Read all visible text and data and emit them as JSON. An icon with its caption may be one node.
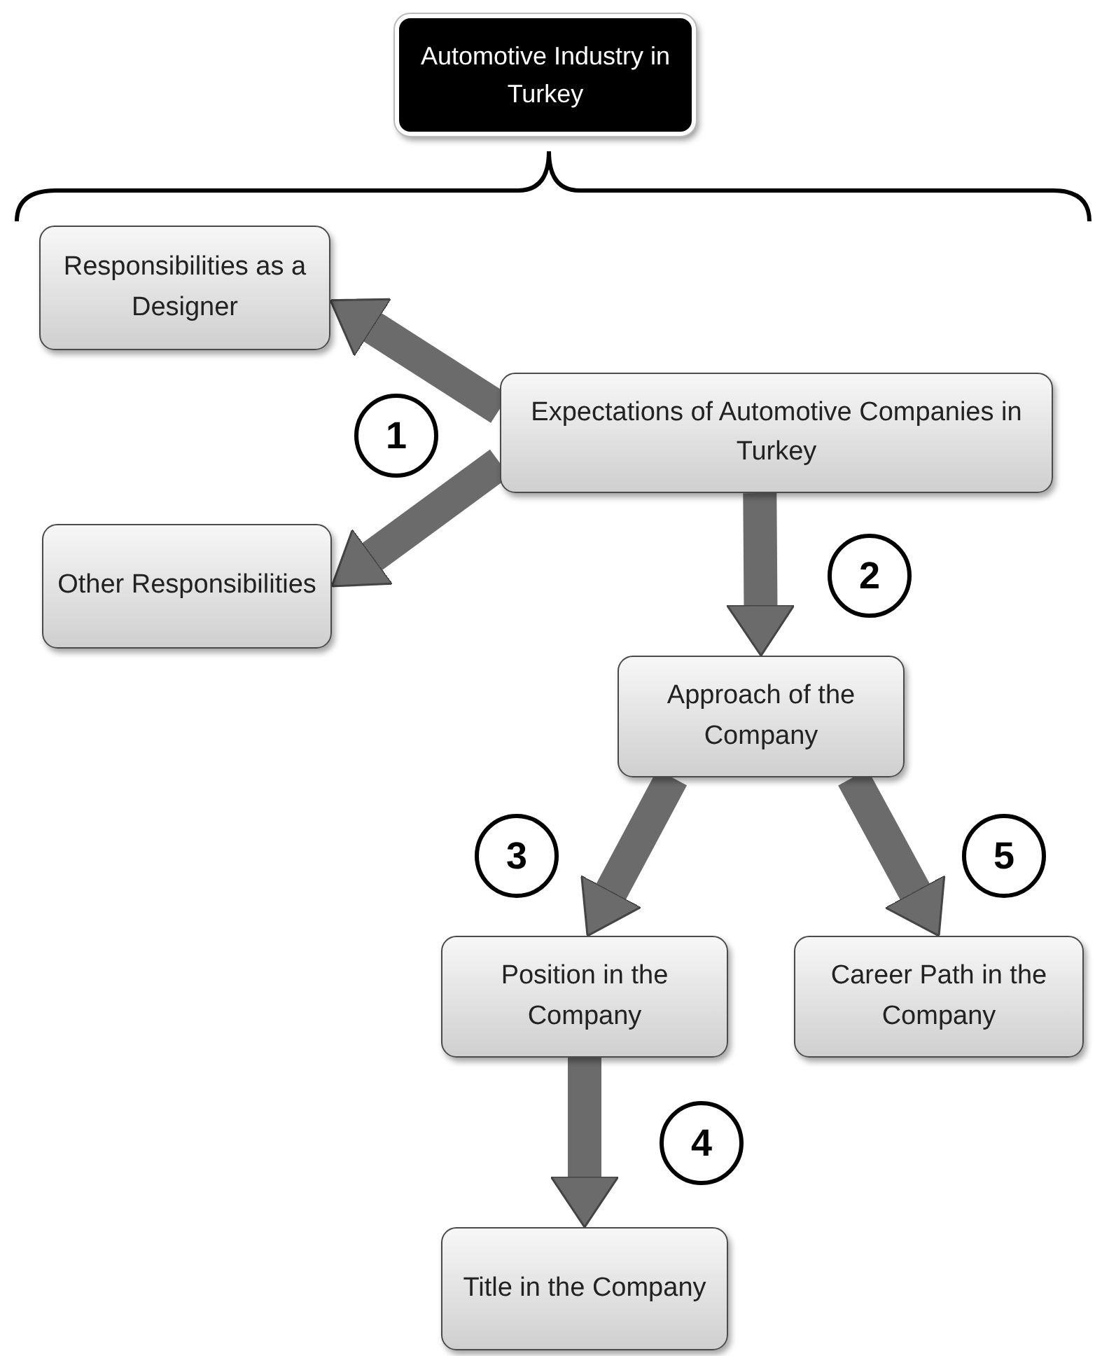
{
  "diagram": {
    "nodes": [
      {
        "text": [
          "Automotive Industry in Turkey"
        ]
      },
      {
        "text": [
          "Responsibilities as a Designer"
        ]
      },
      {
        "text": [
          "Expectations of Automotive Companies in Turkey"
        ]
      },
      {
        "text": [
          "Other Responsibilities"
        ]
      },
      {
        "text": [
          "Approach of the Company"
        ]
      },
      {
        "text": [
          "Position in the Company"
        ]
      },
      {
        "text": [
          "Career Path in the Company"
        ]
      },
      {
        "text": [
          "Title in the Company"
        ]
      }
    ],
    "edges": [
      {
        "from": 2,
        "to": 1,
        "arrow": "to"
      },
      {
        "from": 2,
        "to": 3,
        "arrow": "to"
      },
      {
        "from": 2,
        "to": 4,
        "arrow": "to"
      },
      {
        "from": 4,
        "to": 5,
        "arrow": "to"
      },
      {
        "from": 4,
        "to": 6,
        "arrow": "to"
      },
      {
        "from": 5,
        "to": 7,
        "arrow": "to"
      }
    ],
    "labels": [
      "1",
      "2",
      "3",
      "4",
      "5"
    ]
  }
}
